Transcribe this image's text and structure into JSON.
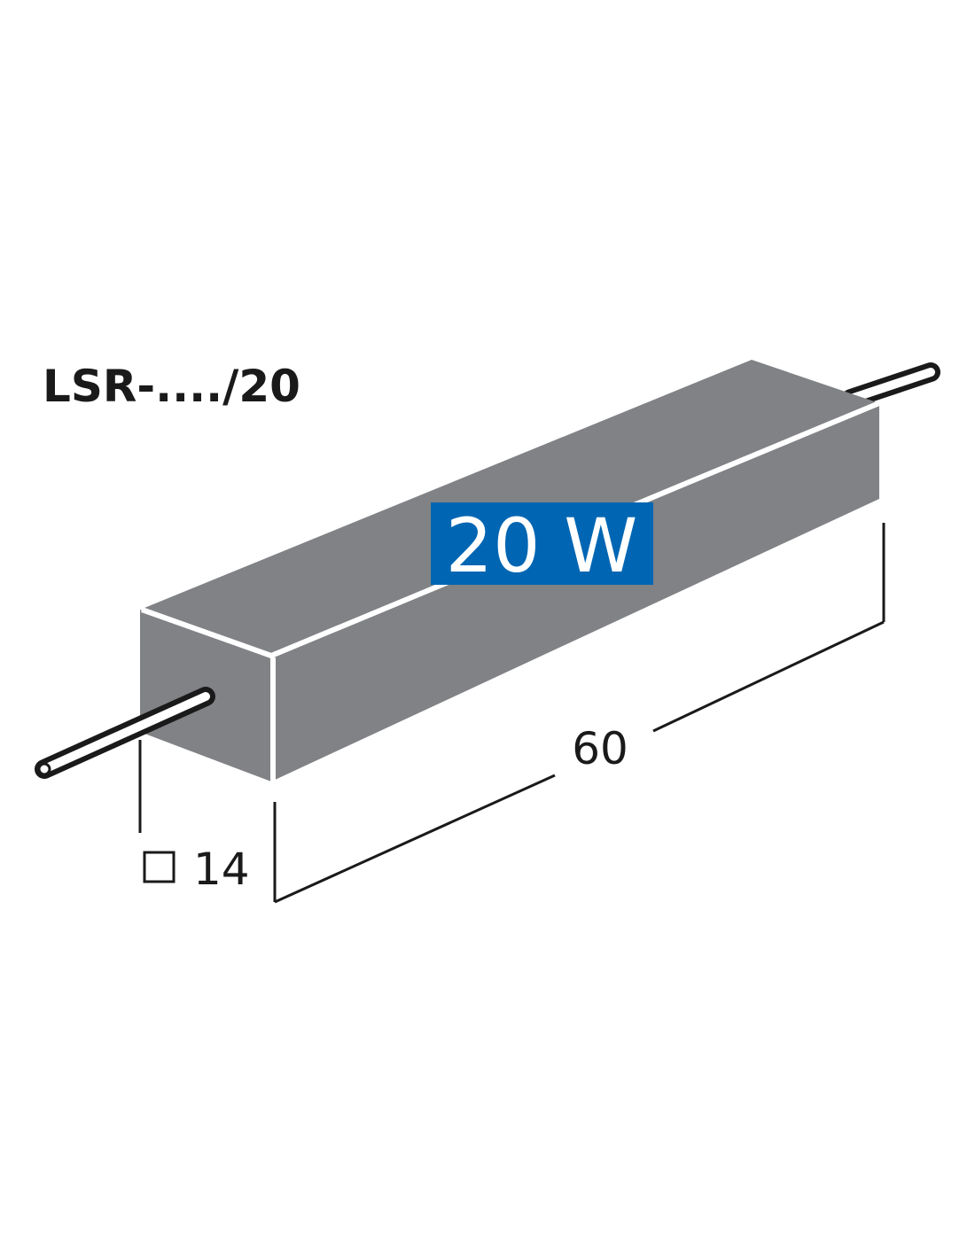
{
  "model_label": "LSR-..../20",
  "power_badge": {
    "text": "20 W",
    "color": "#0066b3"
  },
  "length_dimension": "60",
  "cross_section_dimension": "14",
  "cross_section_symbol": "square-icon",
  "body_color": "#808285"
}
